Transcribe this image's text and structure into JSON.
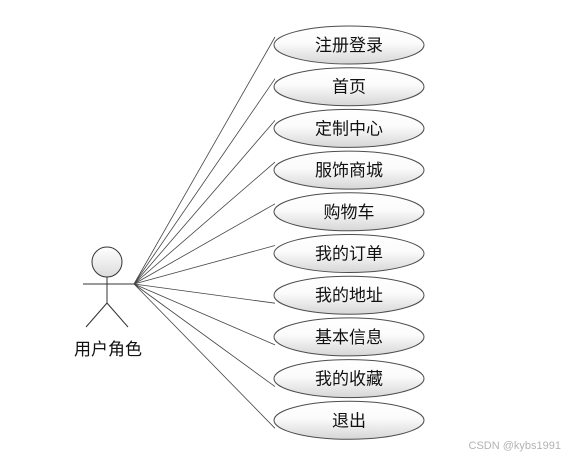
{
  "actor": {
    "label": "用户角色"
  },
  "use_cases": [
    "注册登录",
    "首页",
    "定制中心",
    "服饰商城",
    "购物车",
    "我的订单",
    "我的地址",
    "基本信息",
    "我的收藏",
    "退出"
  ],
  "watermark": "CSDN @kybs1991",
  "colors": {
    "background": "#ffffff",
    "outline": "#4d4d4d",
    "fill_top": "#ffffff",
    "fill_bottom": "#d6d6d6",
    "watermark": "#b3b3b3"
  }
}
